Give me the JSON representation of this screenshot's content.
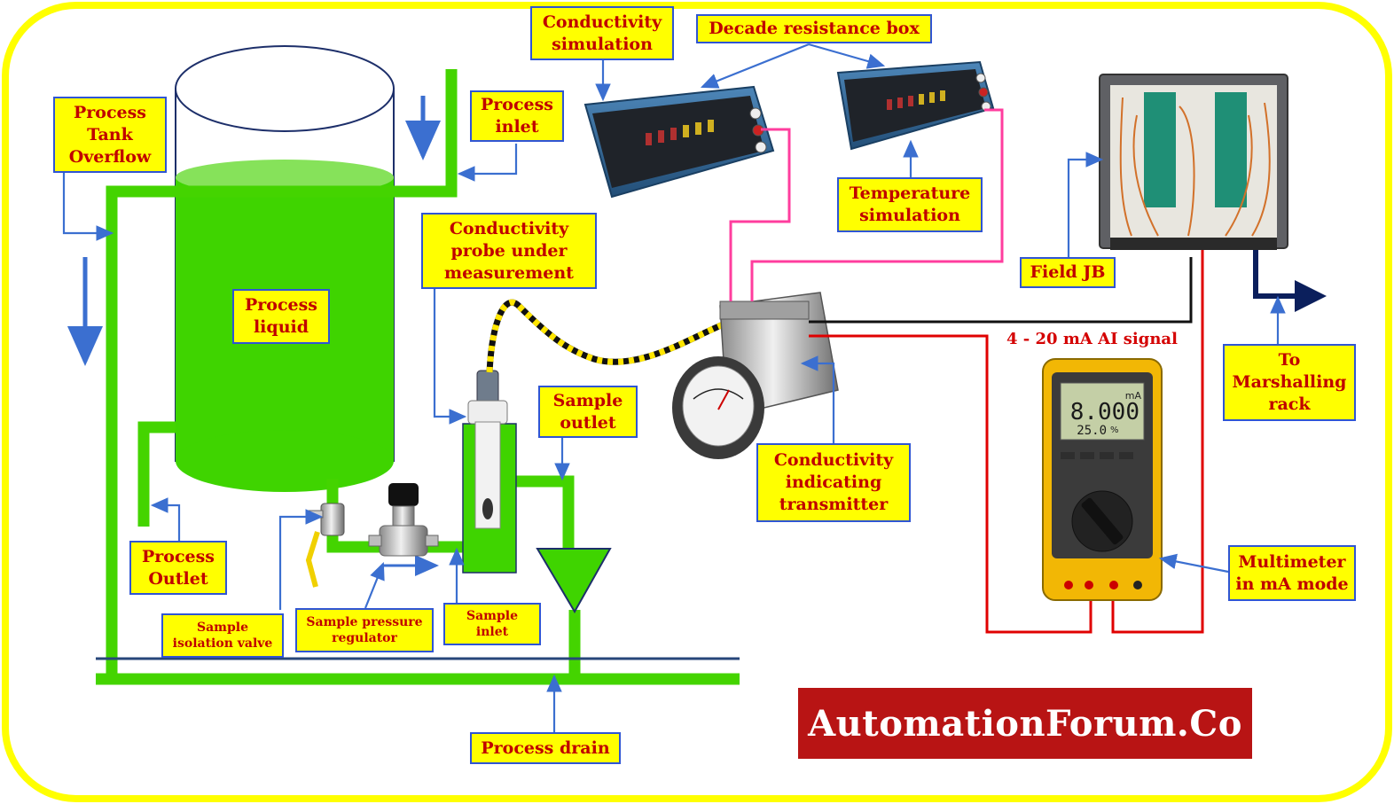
{
  "labels": {
    "conductivity_simulation": "Conductivity\nsimulation",
    "decade_resistance_box": "Decade resistance box",
    "process_tank_overflow": "Process\nTank\nOverflow",
    "process_inlet": "Process\ninlet",
    "temperature_simulation": "Temperature\nsimulation",
    "field_jb": "Field JB",
    "conductivity_probe": "Conductivity\nprobe under\nmeasurement",
    "process_liquid": "Process\nliquid",
    "sample_outlet": "Sample\noutlet",
    "conductivity_transmitter": "Conductivity\nindicating\ntransmitter",
    "to_marshalling_rack": "To\nMarshalling\nrack",
    "multimeter_ma_mode": "Multimeter\nin mA mode",
    "process_outlet": "Process\nOutlet",
    "sample_isolation_valve": "Sample\nisolation valve",
    "sample_pressure_regulator": "Sample pressure\nregulator",
    "sample_inlet": "Sample\ninlet",
    "process_drain": "Process drain"
  },
  "signal_label": "4 - 20 mA AI signal",
  "multimeter": {
    "reading": "8.000",
    "unit": "mA",
    "percent": "25.0",
    "percent_sign": "%"
  },
  "brand": "AutomationForum.Co",
  "colors": {
    "border": "#ffff00",
    "pipe_green": "#44d400",
    "arrow_blue": "#3b6fd0",
    "label_fill": "#ffff00",
    "label_text": "#c00000",
    "pink_wire": "#ff3d9e",
    "red_wire": "#e00000",
    "brand_bg": "#b81414"
  }
}
